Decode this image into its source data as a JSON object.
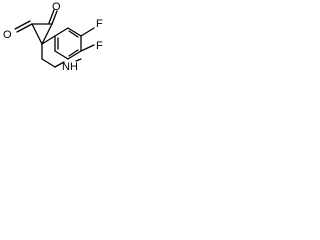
{
  "molecule": {
    "atoms": {
      "o_top": "O",
      "o_left": "O",
      "f_upper": "F",
      "f_lower": "F",
      "nh": "NH"
    },
    "colors": {
      "line": "#000000",
      "background": "#ffffff"
    }
  }
}
